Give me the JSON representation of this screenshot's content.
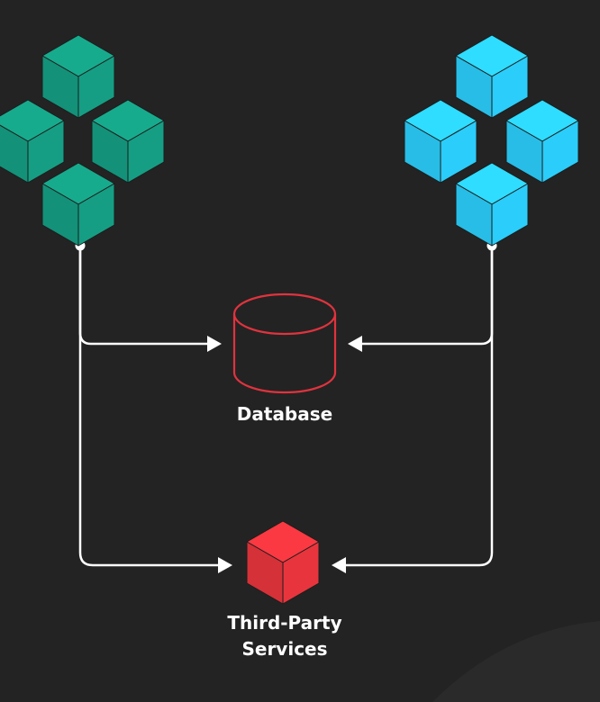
{
  "nodes": {
    "database": {
      "label": "Database",
      "color": "#e0333e"
    },
    "third_party": {
      "label_line1": "Third-Party",
      "label_line2": "Services",
      "color": "#e8353d"
    }
  },
  "clusters": {
    "left": {
      "color": "#159e83",
      "cube_count": 4
    },
    "right": {
      "color": "#2bcdfa",
      "cube_count": 4
    }
  },
  "colors": {
    "background": "#232323",
    "connector": "#ffffff",
    "cube_edge": "#1d1d1d"
  }
}
